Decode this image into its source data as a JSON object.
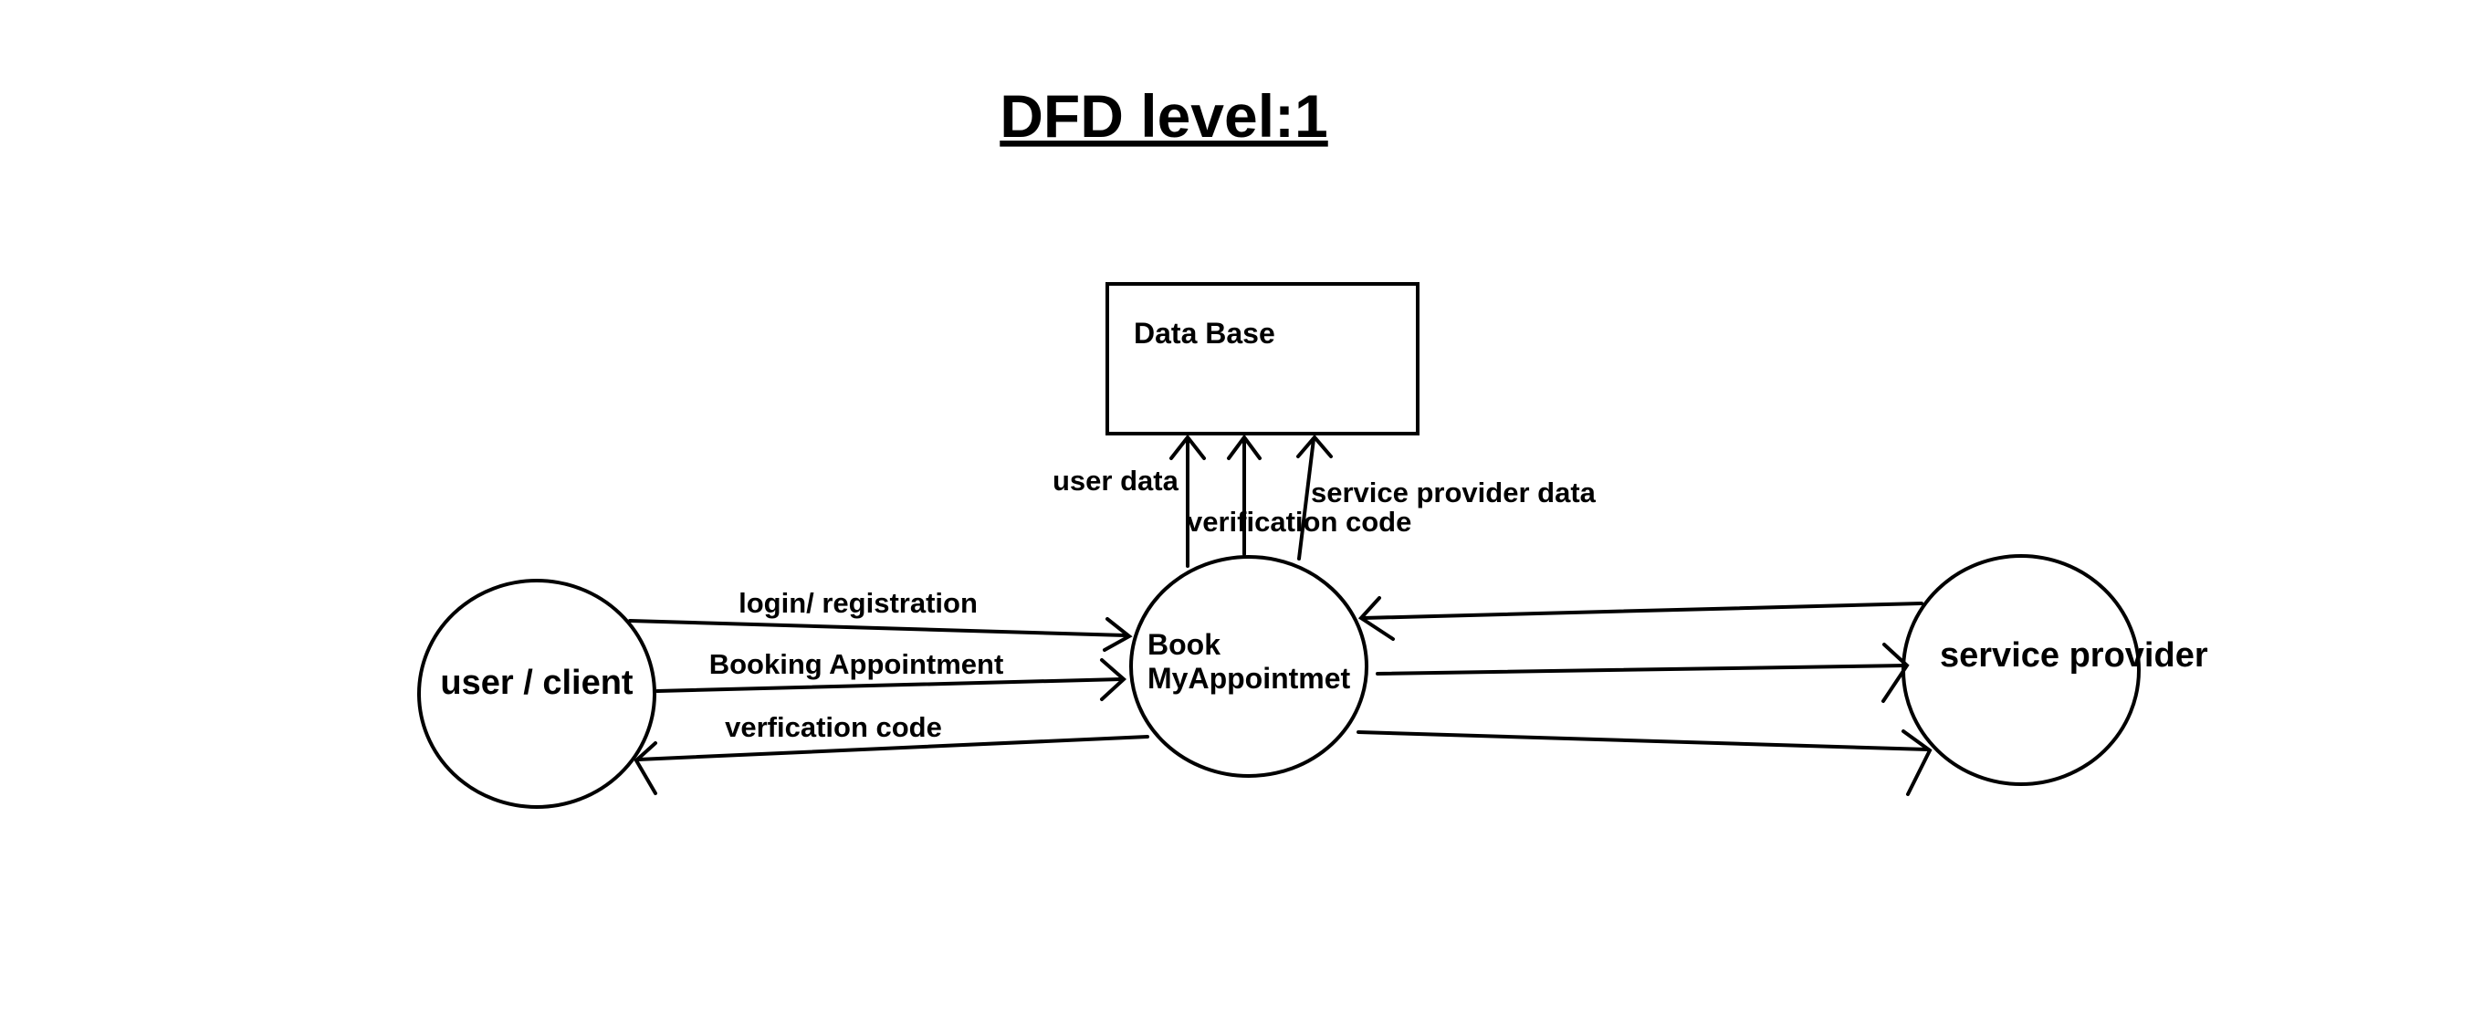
{
  "title": "DFD level:1",
  "nodes": {
    "database": "Data Base",
    "process_line1": "Book",
    "process_line2": "MyAppointmet",
    "user": "user / client",
    "provider": "service provider"
  },
  "flows": {
    "login": "login/ registration",
    "booking": "Booking Appointment",
    "verification_to_user": "verfication code",
    "user_data": "user data",
    "verification_to_db": "verification code",
    "provider_data": "service provider data"
  }
}
